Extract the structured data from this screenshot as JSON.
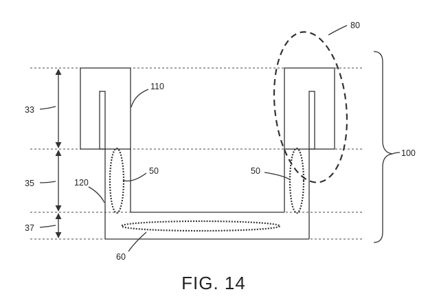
{
  "figure": {
    "caption": "FIG. 14",
    "labels": {
      "ref_33": "33",
      "ref_35": "35",
      "ref_37": "37",
      "ref_50_left": "50",
      "ref_50_right": "50",
      "ref_60": "60",
      "ref_80": "80",
      "ref_100": "100",
      "ref_110": "110",
      "ref_120": "120"
    }
  }
}
